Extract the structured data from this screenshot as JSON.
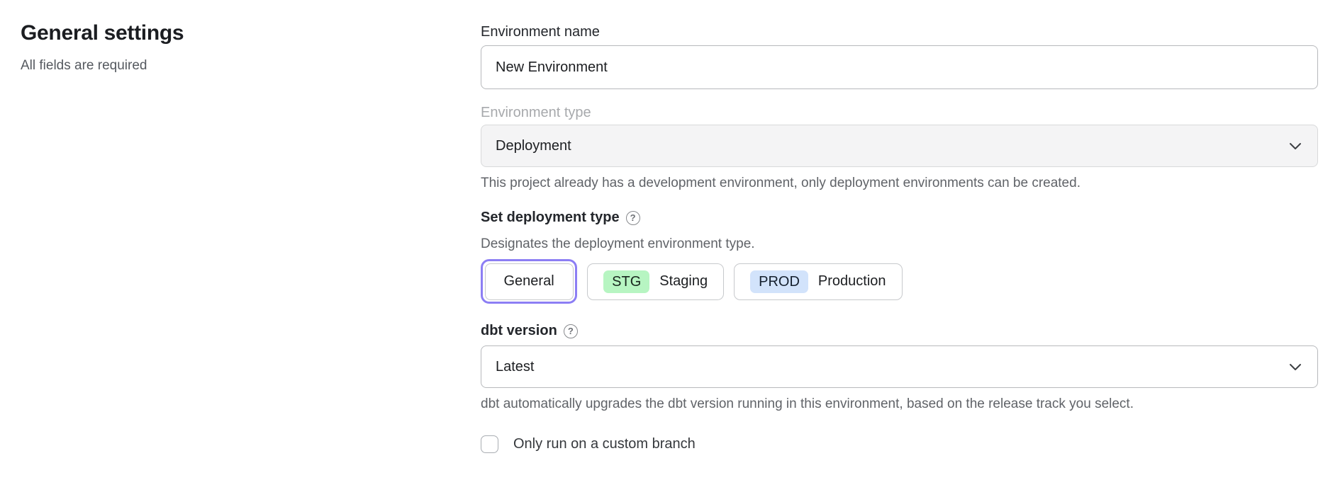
{
  "left_panel": {
    "title": "General settings",
    "subtitle": "All fields are required"
  },
  "form": {
    "environment_name": {
      "label": "Environment name",
      "value": "New Environment"
    },
    "environment_type": {
      "label": "Environment type",
      "value": "Deployment",
      "disabled": true,
      "helper": "This project already has a development environment, only deployment environments can be created."
    },
    "deployment_type": {
      "label": "Set deployment type",
      "help_icon_glyph": "?",
      "description": "Designates the deployment environment type.",
      "options": [
        {
          "label": "General",
          "selected": true
        },
        {
          "badge": "STG",
          "label": "Staging",
          "selected": false
        },
        {
          "badge": "PROD",
          "label": "Production",
          "selected": false
        }
      ]
    },
    "dbt_version": {
      "label": "dbt version",
      "help_icon_glyph": "?",
      "value": "Latest",
      "helper": "dbt automatically upgrades the dbt version running in this environment, based on the release track you select."
    },
    "custom_branch": {
      "label": "Only run on a custom branch",
      "checked": false
    }
  },
  "icons": {
    "chevron_down": "chevron-down",
    "help": "question-circle"
  },
  "colors": {
    "accent_selected_ring": "#8c7ef4",
    "staging_badge_bg": "#b7f5c2",
    "production_badge_bg": "#d2e3fb",
    "disabled_field_bg": "#f4f4f5"
  }
}
